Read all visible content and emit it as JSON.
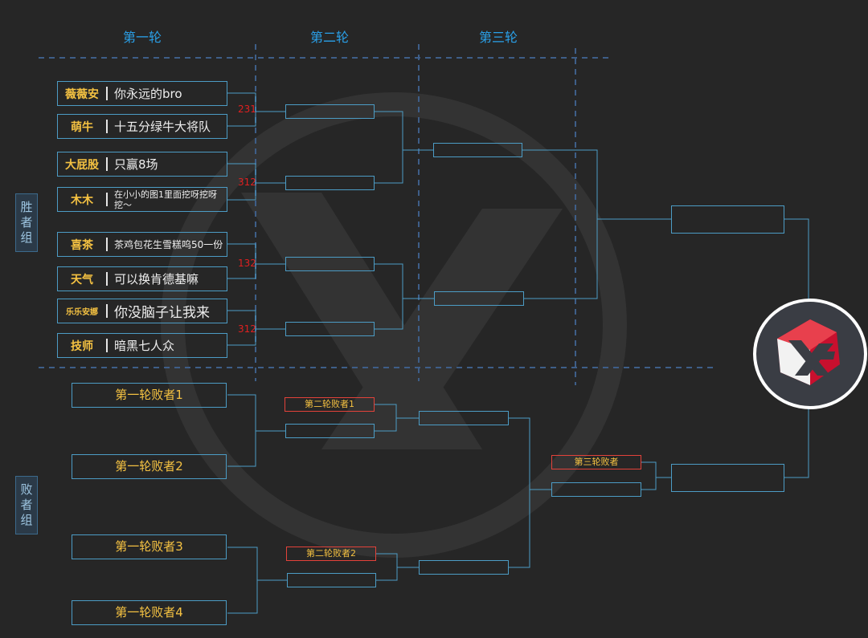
{
  "rounds": [
    "第一轮",
    "第二轮",
    "第三轮"
  ],
  "groups": {
    "winners": "胜者组",
    "losers": "败者组"
  },
  "teams": [
    {
      "name": "薇薇安",
      "motto": "你永远的bro"
    },
    {
      "name": "萌牛",
      "motto": "十五分绿牛大将队"
    },
    {
      "name": "大屁股",
      "motto": "只赢8场"
    },
    {
      "name": "木木",
      "motto": "在小小的图1里面挖呀挖呀挖～"
    },
    {
      "name": "喜茶",
      "motto": "茶鸡包花生雪糕呜50一份"
    },
    {
      "name": "天气",
      "motto": "可以换肯德基嘛"
    },
    {
      "name": "乐乐安娜",
      "motto": "你没脑子让我来"
    },
    {
      "name": "技师",
      "motto": "暗黑七人众"
    }
  ],
  "scores": [
    "231",
    "312",
    "132",
    "312"
  ],
  "loser_slots": [
    "第一轮败者1",
    "第一轮败者2",
    "第一轮败者3",
    "第一轮败者4"
  ],
  "loser_round2": [
    "第二轮败者1",
    "第二轮败者2"
  ],
  "loser_round3": "第三轮败者",
  "colors": {
    "accent": "#2aa1ea",
    "team_name": "#f5c242",
    "score": "#e02020",
    "border": "#4c9cc5",
    "highlight_border": "#e3423a"
  },
  "logo_icon": "x-logo-icon"
}
